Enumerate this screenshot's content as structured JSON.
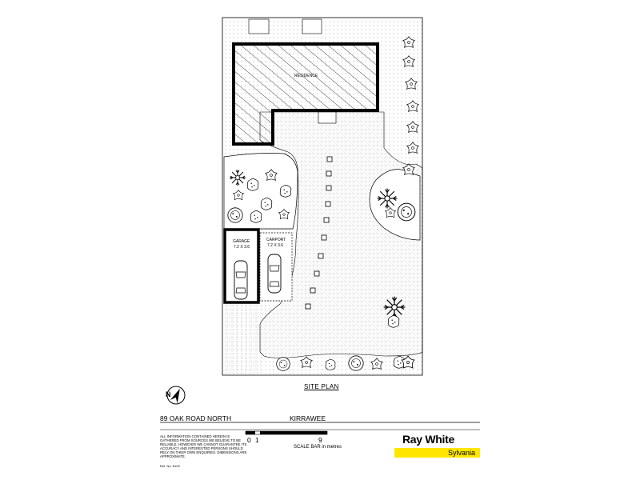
{
  "plan": {
    "title": "SITE PLAN",
    "residence_label": "RESIDENCE",
    "garage_label": "GARAGE",
    "garage_size": "7.2 X 3.6",
    "carport_label": "CARPORT",
    "carport_size": "7.2 X 3.6",
    "north_arrow_label": "N"
  },
  "footer": {
    "address": "89 OAK ROAD NORTH",
    "suburb": "KIRRAWEE",
    "disclaimer": "ALL INFORMATION CONTAINED HEREIN IS GATHERED FROM SOURCES WE BELIEVE TO BE RELIABLE. HOWEVER WE CANNOT GUARANTEE ITS ACCURACY AND INTERESTED PERSONS SHOULD RELY ON THEIR OWN ENQUIRIES. DIMENSIONS ARE APPROXIMATE.",
    "ref_no": "Ref. No: 8129",
    "scale_ticks": [
      "0",
      "1",
      "9"
    ],
    "scale_caption": "SCALE BAR in metres"
  },
  "brand": {
    "name": "Ray White",
    "office": "Sylvania",
    "accent_color": "#ffe600"
  }
}
